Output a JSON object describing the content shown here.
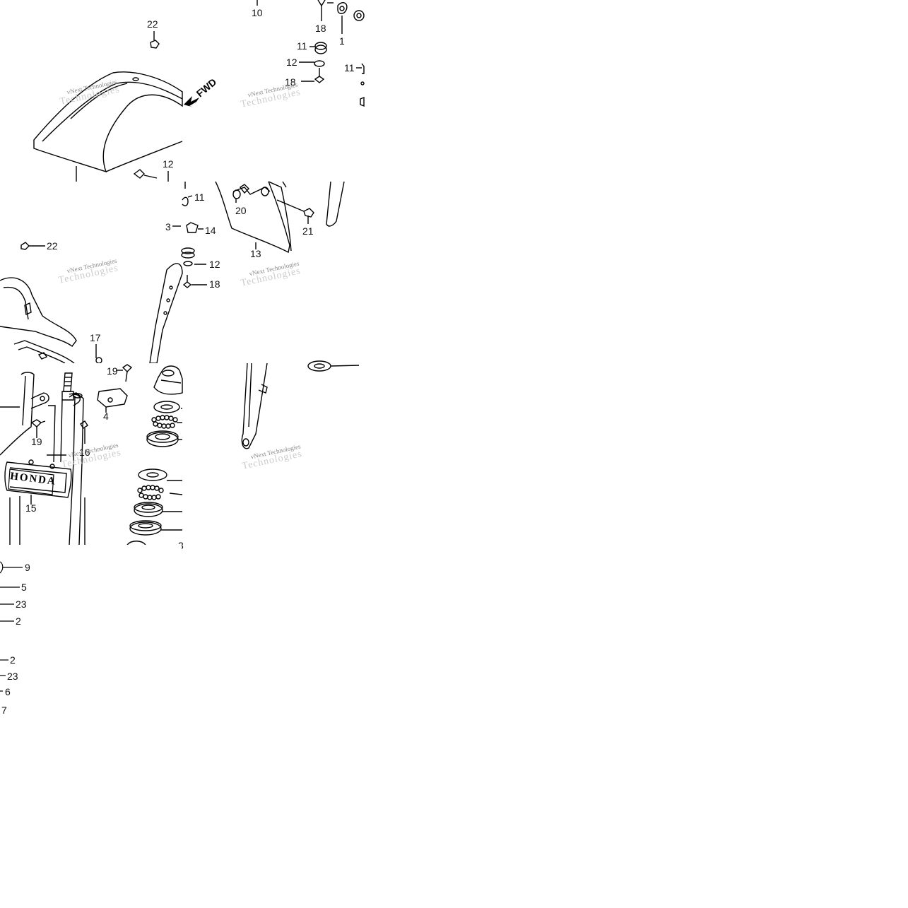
{
  "diagram": {
    "watermark_line1": "vNext Technologies",
    "watermark_line2": "Technologies",
    "fwd_label": "FWD",
    "honda_emblem": "HONDA",
    "labels": {
      "t1": {
        "n10": "10",
        "n18a": "18",
        "n1": "1",
        "n22": "22",
        "n11a": "11",
        "n12a": "12",
        "n18b": "18",
        "n11b": "11",
        "n12b": "12"
      },
      "t2": {
        "n11": "11",
        "n20": "20",
        "n21": "21",
        "n3": "3",
        "n14": "14",
        "n13": "13",
        "n22": "22",
        "n12": "12",
        "n18": "18",
        "n17": "17"
      },
      "t3": {
        "n19a": "19",
        "n4": "4",
        "n19b": "19",
        "n16": "16",
        "n15": "15",
        "n3": "3"
      },
      "t4": {
        "n9": "9",
        "n5": "5",
        "n23a": "23",
        "n2a": "2",
        "n2b": "2",
        "n23b": "23",
        "n6": "6",
        "n7": "7"
      }
    }
  }
}
